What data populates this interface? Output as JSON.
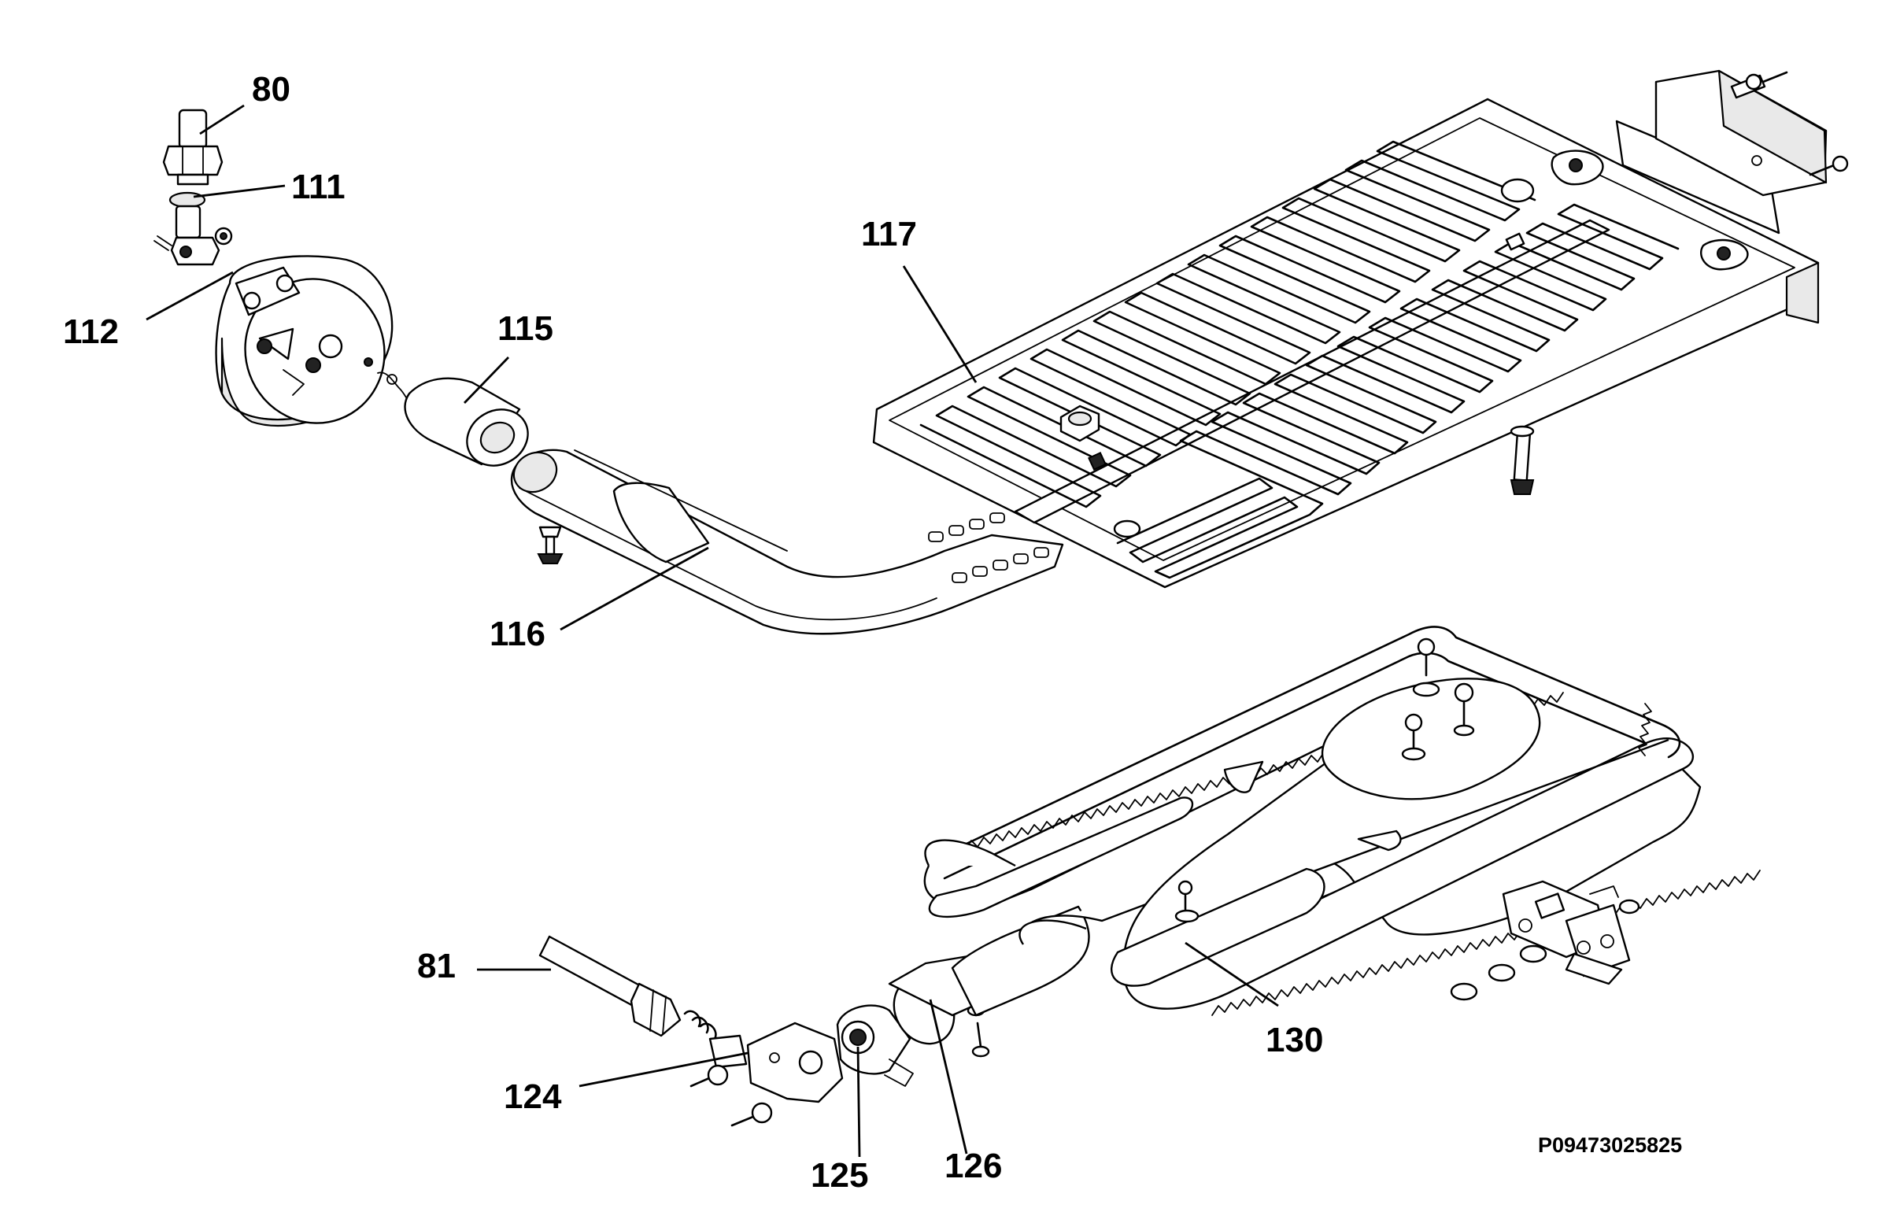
{
  "labels": {
    "p80": "80",
    "p111": "111",
    "p112": "112",
    "p115": "115",
    "p116": "116",
    "p117": "117",
    "p81": "81",
    "p124": "124",
    "p125": "125",
    "p126": "126",
    "p130": "130"
  },
  "drawing_code": "P09473025825"
}
